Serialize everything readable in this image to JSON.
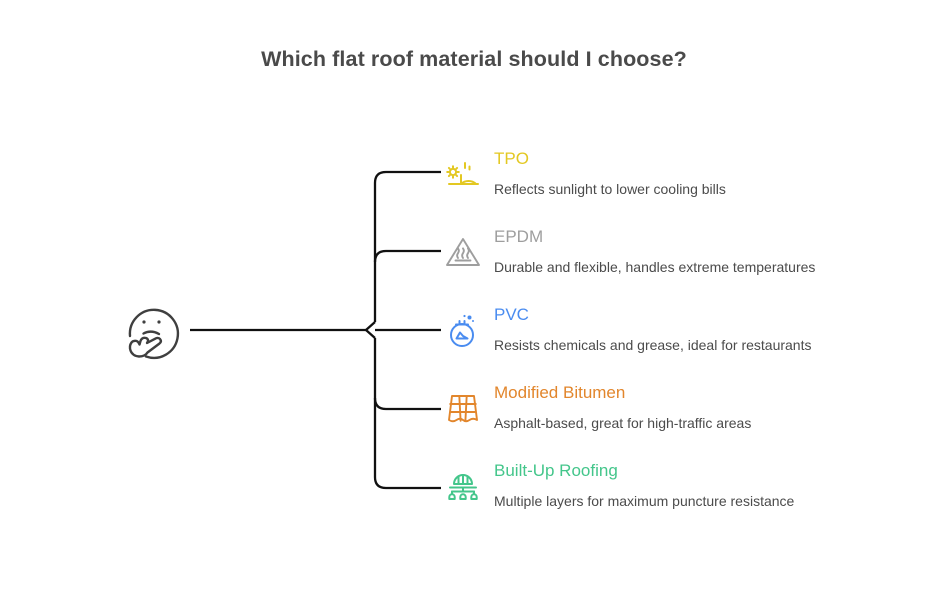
{
  "page": {
    "title": "Which flat roof material should I choose?",
    "background_color": "#ffffff",
    "title_color": "#4a4a4a"
  },
  "root_node": {
    "icon": "thinking-face-icon",
    "stroke_color": "#3f3f3f"
  },
  "connector": {
    "color": "#111111",
    "style": "rounded-bracket"
  },
  "branches": [
    {
      "id": "tpo",
      "label": "TPO",
      "description": "Reflects sunlight to lower cooling bills",
      "color": "#e3c822",
      "icon": "sun-over-roof-dome-icon"
    },
    {
      "id": "epdm",
      "label": "EPDM",
      "description": "Durable and flexible, handles extreme temperatures",
      "color": "#9e9e9e",
      "icon": "hot-surface-warning-triangle-icon"
    },
    {
      "id": "pvc",
      "label": "PVC",
      "description": "Resists chemicals and grease, ideal for restaurants",
      "color": "#4a8cf0",
      "icon": "chemical-flask-icon"
    },
    {
      "id": "modified-bitumen",
      "label": "Modified Bitumen",
      "description": "Asphalt-based, great for high-traffic areas",
      "color": "#e2862c",
      "icon": "asphalt-tile-grid-icon"
    },
    {
      "id": "built-up-roofing",
      "label": "Built-Up Roofing",
      "description": "Multiple layers for maximum puncture resistance",
      "color": "#44c68b",
      "icon": "layered-dome-roof-icon"
    }
  ]
}
